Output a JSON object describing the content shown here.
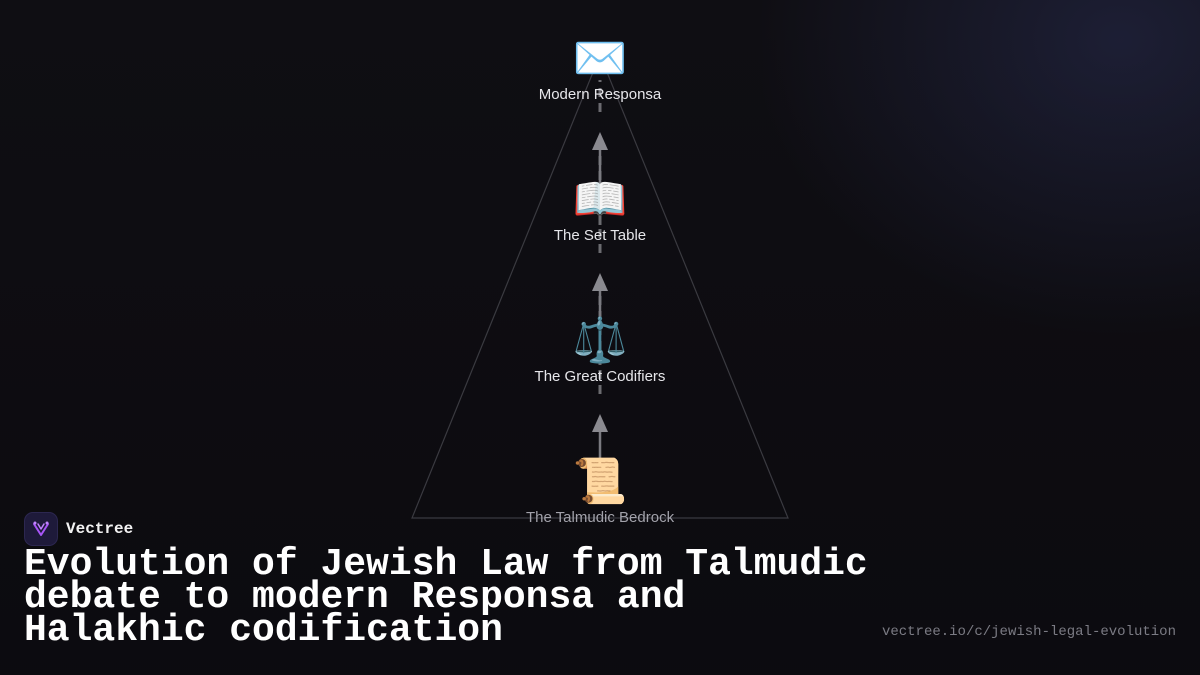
{
  "diagram": {
    "nodes": [
      {
        "icon": "envelope-icon",
        "glyph": "✉️",
        "label": "Modern Responsa"
      },
      {
        "icon": "open-book-icon",
        "glyph": "📖",
        "label": "The Set Table"
      },
      {
        "icon": "balance-scale-icon",
        "glyph": "⚖️",
        "label": "The Great Codifiers"
      },
      {
        "icon": "scroll-icon",
        "glyph": "📜",
        "label": "The Talmudic Bedrock"
      }
    ]
  },
  "brand": {
    "name": "Vectree",
    "logo_icon": "vectree-logo-icon",
    "accent": "#a855f7"
  },
  "title": "Evolution of Jewish Law from Talmudic debate to modern Responsa and Halakhic codification",
  "url": "vectree.io/c/jewish-legal-evolution"
}
